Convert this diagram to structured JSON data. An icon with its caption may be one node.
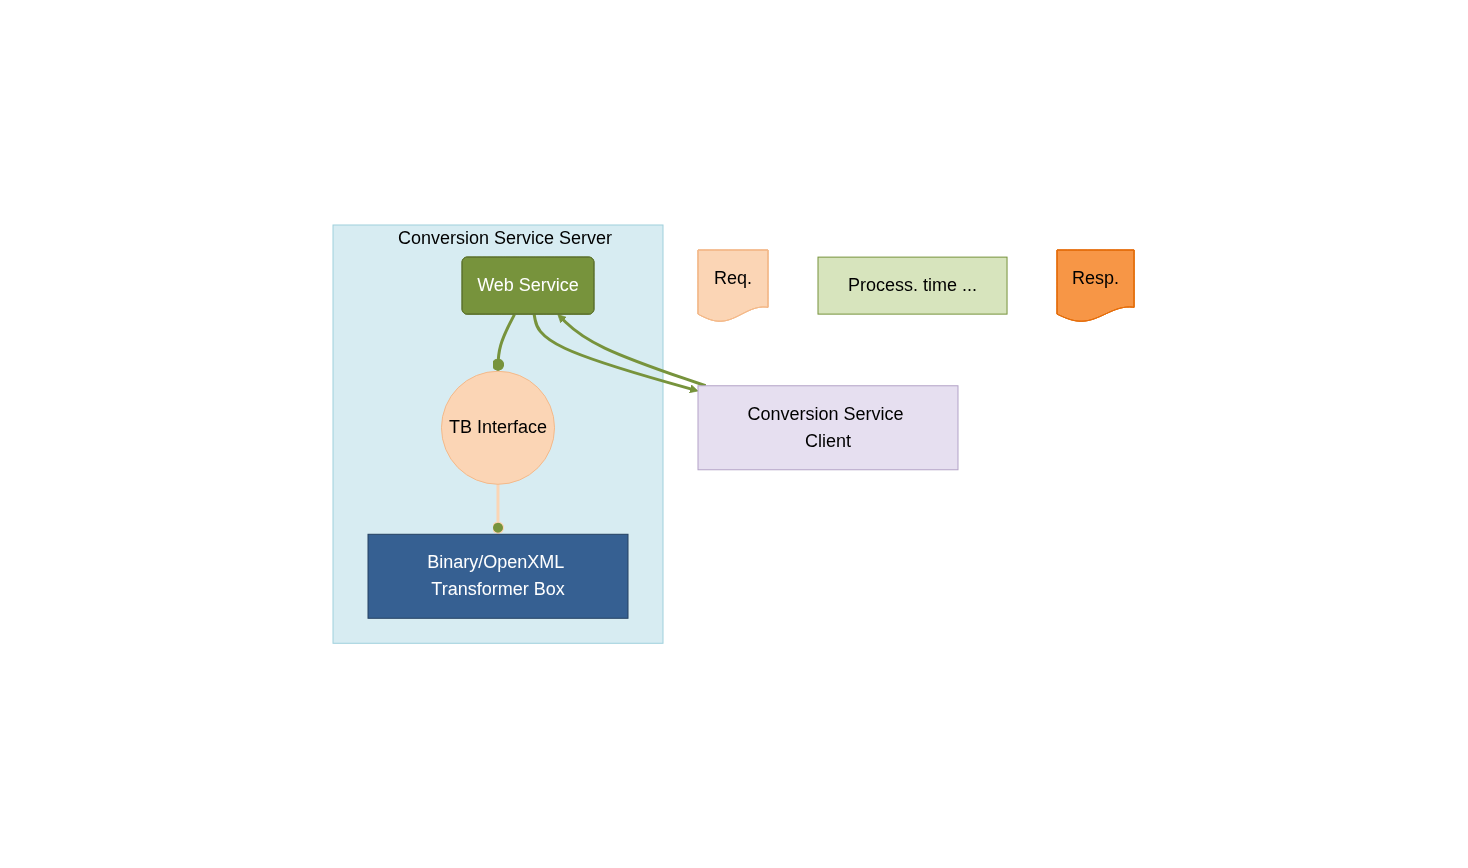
{
  "diagram": {
    "nodes": [
      {
        "text": [
          "Conversion Service Server"
        ]
      },
      {
        "text": [
          "Web Service"
        ],
        "in": 0
      },
      {
        "text": [
          "TB Interface"
        ],
        "in": 0
      },
      {
        "text": [
          "Binary/OpenXML Transformer Box"
        ],
        "in": 0
      },
      {
        "text": [
          "Req."
        ]
      },
      {
        "text": [
          "Process. time ..."
        ]
      },
      {
        "text": [
          "Resp."
        ]
      },
      {
        "text": [
          "Conversion Service Client"
        ]
      }
    ],
    "edges": [
      {
        "from": 1,
        "to": 2,
        "arrow": "other"
      },
      {
        "from": 2,
        "to": 3,
        "arrow": "other",
        "color": "#fbd5b5"
      },
      {
        "from": 7,
        "to": 1,
        "arrow": "to"
      },
      {
        "from": 1,
        "to": 7,
        "arrow": "to"
      }
    ]
  }
}
